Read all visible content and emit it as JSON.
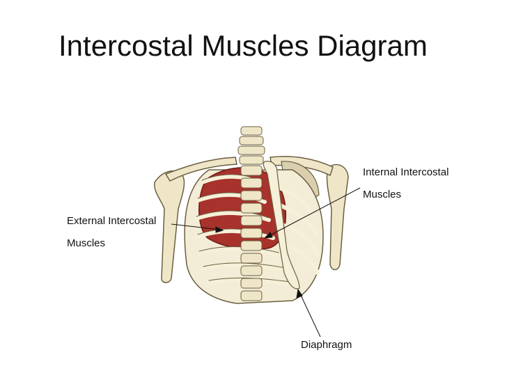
{
  "slide": {
    "title": "Intercostal Muscles Diagram"
  },
  "labels": {
    "external": {
      "line1": "External Intercostal",
      "line2": "Muscles"
    },
    "internal": {
      "line1": "Internal Intercostal",
      "line2": "Muscles"
    },
    "diaphragm": "Diaphragm"
  },
  "colors": {
    "bone": "#efe6c8",
    "bone_outline": "#6b5e40",
    "muscle": "#a8322c",
    "muscle_dark": "#6e1a16",
    "cartilage": "#f6f0d8"
  }
}
